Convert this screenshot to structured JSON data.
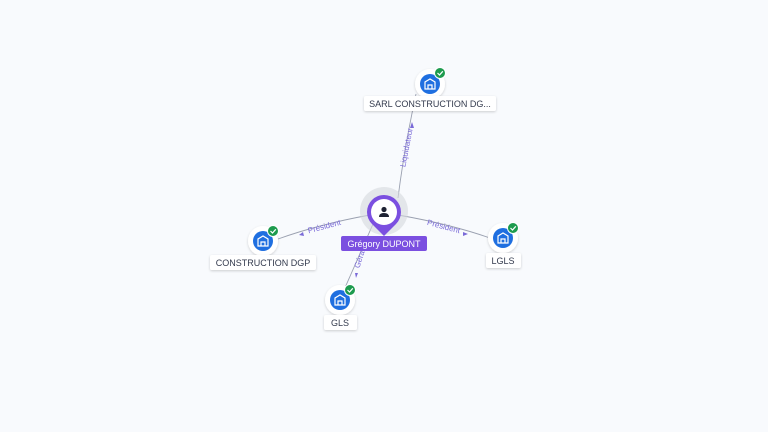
{
  "colors": {
    "background": "#f8fafd",
    "edge": "#9aa0b0",
    "edge_label": "#7a6ad8",
    "person_accent": "#7b4fe0",
    "company_icon": "#1f6fe0",
    "verified_badge": "#1d9b4e"
  },
  "center": {
    "name": "Grégory DUPONT",
    "icon": "person-icon"
  },
  "companies": [
    {
      "id": "sarl",
      "name": "SARL CONSTRUCTION DG...",
      "icon": "building-icon",
      "verified": true
    },
    {
      "id": "dgp",
      "name": "CONSTRUCTION DGP",
      "icon": "building-icon",
      "verified": true
    },
    {
      "id": "lgls",
      "name": "LGLS",
      "icon": "building-icon",
      "verified": true
    },
    {
      "id": "gls",
      "name": "GLS",
      "icon": "building-icon",
      "verified": true
    }
  ],
  "relations": [
    {
      "to": "sarl",
      "label": "Liquidateur"
    },
    {
      "to": "dgp",
      "label": "Président"
    },
    {
      "to": "lgls",
      "label": "Président"
    },
    {
      "to": "gls",
      "label": "Gérant"
    }
  ]
}
